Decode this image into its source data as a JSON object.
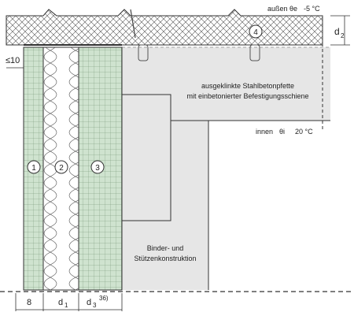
{
  "labels": {
    "outside": "außen",
    "outside_temp_symbol": "θe",
    "outside_temp": "-5 °C",
    "inside": "innen",
    "inside_temp_symbol": "θi",
    "inside_temp": "20 °C",
    "purlin_line1": "ausgeklinkte Stahlbetonpfette",
    "purlin_line2": "mit einbetonierter Befestigungsschiene",
    "structure_line1": "Binder- und",
    "structure_line2": "Stützenkonstruktion"
  },
  "dimensions": {
    "d2": "d",
    "d2_sub": "2",
    "le10": "≤10",
    "eight": "8",
    "d1": "d",
    "d1_sub": "1",
    "d3": "d",
    "d3_sub": "3",
    "d3_note": "36)"
  },
  "markers": [
    "1",
    "2",
    "3",
    "4"
  ],
  "colors": {
    "panel_fill": "#cfe3cf",
    "concrete_fill": "#e6e6e6",
    "stroke": "#333333"
  }
}
